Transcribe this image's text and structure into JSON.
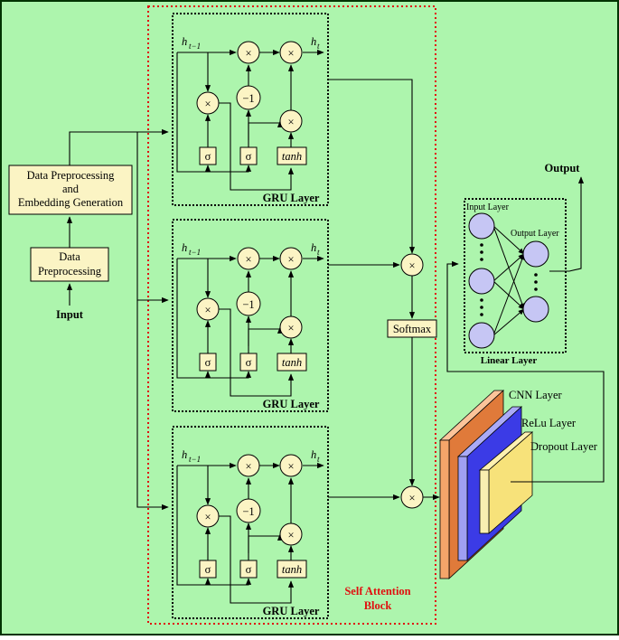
{
  "input_label": "Input",
  "preprocess_box": {
    "line1": "Data",
    "line2": "Preprocessing"
  },
  "embedding_box": {
    "line1": "Data Preprocessing",
    "line2": "and",
    "line3": "Embedding Generation"
  },
  "gru": {
    "layer_label": "GRU Layer",
    "h_prev": "h",
    "h_prev_sub": "t−1",
    "h_out": "h",
    "h_out_sub": "t",
    "multiply": "×",
    "minus_one": "−1",
    "sigma": "σ",
    "tanh": "tanh"
  },
  "attention": {
    "multiply": "×",
    "softmax": "Softmax",
    "label_line1": "Self Attention",
    "label_line2": "Block"
  },
  "cnn": {
    "cnn_label": "CNN Layer",
    "relu_label": "ReLu Layer",
    "dropout_label": "Dropout Layer"
  },
  "linear": {
    "input_layer": "Input Layer",
    "output_layer": "Output Layer",
    "block_label": "Linear Layer"
  },
  "output_label": "Output",
  "colors": {
    "background": "#adf5ad",
    "border": "#003300",
    "node_fill": "#fbf4c4",
    "neuron_fill": "#c6c6f4",
    "attention_border": "#e01010",
    "cnn_orange": "#f5a56a",
    "cnn_relu_blue": "#4444ee",
    "cnn_dropout_yellow": "#f7e27a"
  }
}
